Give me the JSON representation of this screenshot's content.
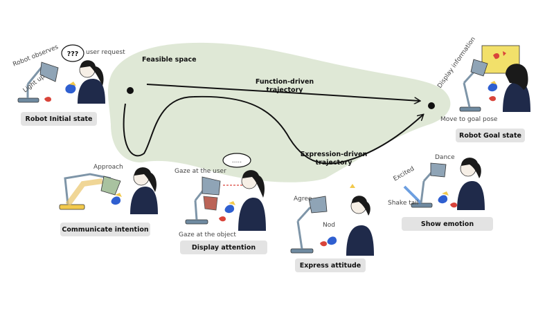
{
  "region": {
    "label": "Feasible space"
  },
  "trajectories": {
    "function": {
      "line1": "Function-driven",
      "line2": "trajectory"
    },
    "expression": {
      "line1": "Expression-driven",
      "line2": "trajectory"
    }
  },
  "scenes": {
    "initial": {
      "caption": "Robot Initial state",
      "note_observes": "Robot observes",
      "note_request": "user request",
      "note_light": "Light up",
      "bubble": "???"
    },
    "goal": {
      "caption": "Robot Goal state",
      "note_display": "Display information",
      "note_move": "Move to goal pose"
    },
    "intention": {
      "caption": "Communicate intention",
      "note_approach": "Approach"
    },
    "attention": {
      "caption": "Display attention",
      "note_gaze_user": "Gaze at the user",
      "note_gaze_object": "Gaze at the object",
      "bubble": "....."
    },
    "attitude": {
      "caption": "Express attitude",
      "note_agree": "Agree",
      "note_nod": "Nod"
    },
    "emotion": {
      "caption": "Show emotion",
      "note_dance": "Dance",
      "note_excited": "Excited",
      "note_shake": "Shake tail"
    }
  },
  "colors": {
    "feasible": "#dfe8d6",
    "lamp": "#7e95a8",
    "shirt": "#1f2a4a",
    "hair": "#1a1a1a",
    "yellow": "#f2c94c",
    "red": "#d9443a",
    "blue": "#2f5fd0"
  }
}
